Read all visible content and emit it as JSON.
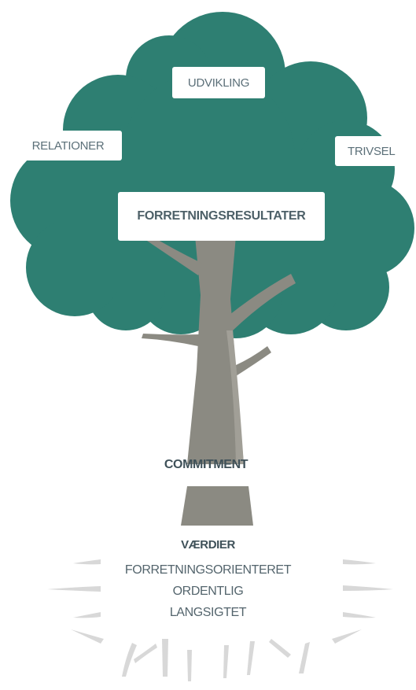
{
  "crown_labels": {
    "top": "UDVIKLING",
    "left": "RELATIONER",
    "right": "TRIVSEL",
    "center": "FORRETNINGSRESULTATER"
  },
  "trunk_label": "COMMITMENT",
  "roots": {
    "heading": "VÆRDIER",
    "values": [
      "FORRETNINGSORIENTERET",
      "ORDENTLIG",
      "LANGSIGTET"
    ]
  },
  "colors": {
    "crown": "#2e7f72",
    "trunk": "#8b8a82",
    "trunk_highlight": "#a19f97",
    "roots": "#d8d8d8",
    "label_text": "#46555c"
  }
}
